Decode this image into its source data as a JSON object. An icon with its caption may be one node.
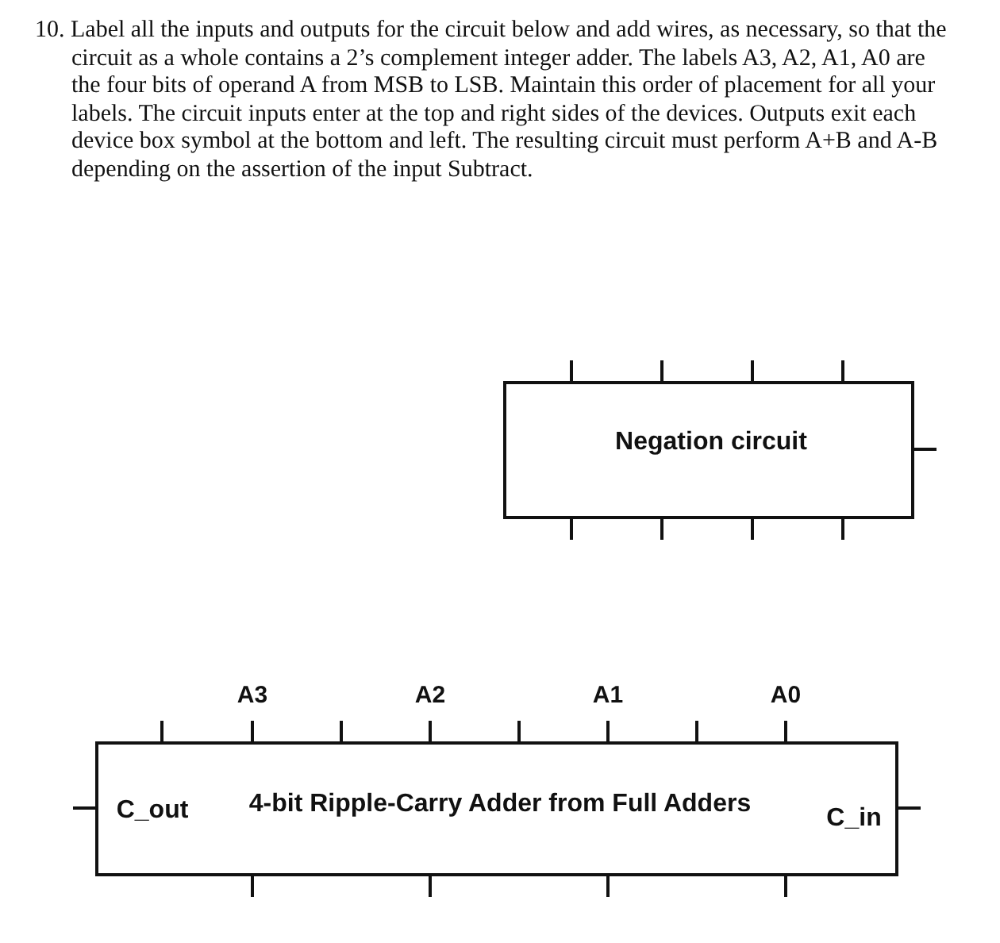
{
  "diagram": {
    "nodes": [
      {
        "text": [
          "Negation circuit"
        ]
      },
      {
        "text": [
          "C_out",
          "4-bit Ripple-Carry Adder from Full Adders",
          "C_in"
        ]
      }
    ],
    "labels": [
      "10. Label all the inputs and outputs for the circuit below and add wires, as necessary, so that the circuit as a whole contains a 2’s complement integer adder. The labels A3, A2, A1, A0 are the four bits of operand A from MSB to LSB.  Maintain this order of placement for all your labels.  The circuit inputs enter at the top and right sides of the devices.  Outputs exit each device box symbol at the bottom and left. The resulting circuit must perform A+B and A-B depending on the assertion of the input Subtract.",
      "A3",
      "A2",
      "A1",
      "A0"
    ]
  }
}
